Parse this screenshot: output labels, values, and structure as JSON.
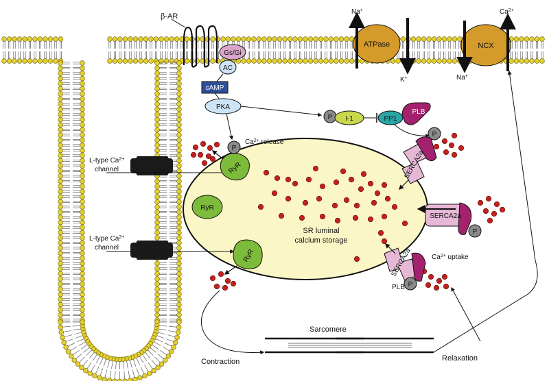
{
  "labels": {
    "beta_ar": "β-AR",
    "gs_gi": "Gs/Gi",
    "ac": "AC",
    "camp": "cAMP",
    "pka": "PKA",
    "p": "P",
    "i1": "I-1",
    "pp1": "PP1",
    "plb": "PLB",
    "ryr": "RyR",
    "serca": "SERCA2a",
    "atpase": "ATPase",
    "ncx": "NCX",
    "na_plus": "Na",
    "k_plus": "K",
    "ca2_plus": "Ca",
    "plus_sup": "+",
    "two_plus_sup": "2+",
    "ca_release": " release",
    "ca_uptake": " uptake",
    "ltype_line1": "L-type Ca",
    "ltype_line2": "channel",
    "sr_line1": "SR luminal",
    "sr_line2": "calcium storage",
    "sarcomere": "Sarcomere",
    "contraction": "Contraction",
    "relaxation": "Relaxation"
  },
  "colors": {
    "lipid_head": "#e2cf32",
    "sr_fill": "#fbf6c6",
    "ryr": "#7dbb3a",
    "gs_gi": "#d9a6c9",
    "ac": "#cfe3f7",
    "camp": "#2f4f9a",
    "pka": "#cde4f6",
    "i1": "#c9d84a",
    "pp1": "#2aa6a6",
    "plb": "#a3216d",
    "serca": "#e6b8d6",
    "p_ball": "#8a8a8a",
    "atpase": "#d49a2a",
    "calcium": "#c0221e",
    "ltype": "#1a1a1a"
  }
}
